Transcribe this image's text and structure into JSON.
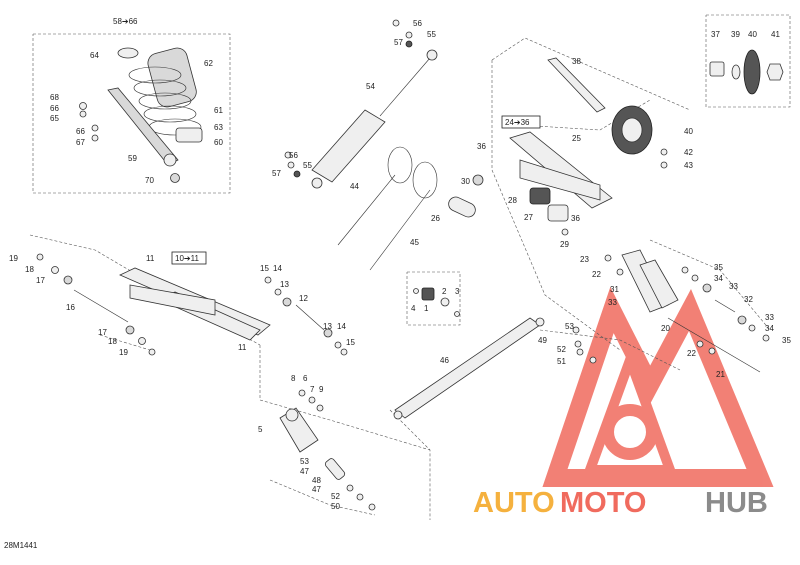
{
  "diagram_code": "28M1441",
  "kits": {
    "shock_kit": "58➔66",
    "upper_arm_kit": "10➔11",
    "rear_arm_kit": "24➔36"
  },
  "watermark": {
    "part1": "AUTO",
    "part2": "MOTO",
    "part3": "HUB",
    "color_primary": "#f06b5e",
    "color_accent": "#f5b13e",
    "color_dark": "#8b8b8b"
  },
  "labels": [
    {
      "id": "l58",
      "text": "58➔66"
    },
    {
      "id": "l64",
      "text": "64"
    },
    {
      "id": "l62",
      "text": "62"
    },
    {
      "id": "l68",
      "text": "68"
    },
    {
      "id": "l66a",
      "text": "66"
    },
    {
      "id": "l65",
      "text": "65"
    },
    {
      "id": "l61",
      "text": "61"
    },
    {
      "id": "l63",
      "text": "63"
    },
    {
      "id": "l66b",
      "text": "66"
    },
    {
      "id": "l67",
      "text": "67"
    },
    {
      "id": "l60",
      "text": "60"
    },
    {
      "id": "l59",
      "text": "59"
    },
    {
      "id": "l70",
      "text": "70"
    },
    {
      "id": "l56a",
      "text": "56"
    },
    {
      "id": "l55a",
      "text": "55"
    },
    {
      "id": "l57a",
      "text": "57"
    },
    {
      "id": "l54",
      "text": "54"
    },
    {
      "id": "l56b",
      "text": "56"
    },
    {
      "id": "l55b",
      "text": "55"
    },
    {
      "id": "l57b",
      "text": "57"
    },
    {
      "id": "l44",
      "text": "44"
    },
    {
      "id": "l26",
      "text": "26"
    },
    {
      "id": "l45",
      "text": "45"
    },
    {
      "id": "l37",
      "text": "37"
    },
    {
      "id": "l39",
      "text": "39"
    },
    {
      "id": "l40a",
      "text": "40"
    },
    {
      "id": "l41",
      "text": "41"
    },
    {
      "id": "l38",
      "text": "38"
    },
    {
      "id": "l40b",
      "text": "40"
    },
    {
      "id": "l42",
      "text": "42"
    },
    {
      "id": "l43",
      "text": "43"
    },
    {
      "id": "l24",
      "text": "24➔36"
    },
    {
      "id": "l25",
      "text": "25"
    },
    {
      "id": "l36a",
      "text": "36"
    },
    {
      "id": "l30",
      "text": "30"
    },
    {
      "id": "l28",
      "text": "28"
    },
    {
      "id": "l27",
      "text": "27"
    },
    {
      "id": "l36b",
      "text": "36"
    },
    {
      "id": "l29",
      "text": "29"
    },
    {
      "id": "l19a",
      "text": "19"
    },
    {
      "id": "l18a",
      "text": "18"
    },
    {
      "id": "l17a",
      "text": "17"
    },
    {
      "id": "l16",
      "text": "16"
    },
    {
      "id": "l17b",
      "text": "17"
    },
    {
      "id": "l18b",
      "text": "18"
    },
    {
      "id": "l19b",
      "text": "19"
    },
    {
      "id": "l11a",
      "text": "11"
    },
    {
      "id": "l10",
      "text": "10➔11"
    },
    {
      "id": "l15a",
      "text": "15"
    },
    {
      "id": "l14a",
      "text": "14"
    },
    {
      "id": "l13a",
      "text": "13"
    },
    {
      "id": "l12",
      "text": "12"
    },
    {
      "id": "l13b",
      "text": "13"
    },
    {
      "id": "l14b",
      "text": "14"
    },
    {
      "id": "l15b",
      "text": "15"
    },
    {
      "id": "l11b",
      "text": "11"
    },
    {
      "id": "l4",
      "text": "4"
    },
    {
      "id": "l1",
      "text": "1"
    },
    {
      "id": "l2",
      "text": "2"
    },
    {
      "id": "l3",
      "text": "3"
    },
    {
      "id": "l8",
      "text": "8"
    },
    {
      "id": "l6",
      "text": "6"
    },
    {
      "id": "l7",
      "text": "7"
    },
    {
      "id": "l9",
      "text": "9"
    },
    {
      "id": "l5",
      "text": "5"
    },
    {
      "id": "l53a",
      "text": "53"
    },
    {
      "id": "l47a",
      "text": "47"
    },
    {
      "id": "l48",
      "text": "48"
    },
    {
      "id": "l47b",
      "text": "47"
    },
    {
      "id": "l52a",
      "text": "52"
    },
    {
      "id": "l50",
      "text": "50"
    },
    {
      "id": "l46",
      "text": "46"
    },
    {
      "id": "l53b",
      "text": "53"
    },
    {
      "id": "l49",
      "text": "49"
    },
    {
      "id": "l52b",
      "text": "52"
    },
    {
      "id": "l51",
      "text": "51"
    },
    {
      "id": "l23",
      "text": "23"
    },
    {
      "id": "l22a",
      "text": "22"
    },
    {
      "id": "l31",
      "text": "31"
    },
    {
      "id": "l33a",
      "text": "33"
    },
    {
      "id": "l35a",
      "text": "35"
    },
    {
      "id": "l34a",
      "text": "34"
    },
    {
      "id": "l33b",
      "text": "33"
    },
    {
      "id": "l32",
      "text": "32"
    },
    {
      "id": "l33c",
      "text": "33"
    },
    {
      "id": "l34b",
      "text": "34"
    },
    {
      "id": "l35b",
      "text": "35"
    },
    {
      "id": "l20",
      "text": "20"
    },
    {
      "id": "l22b",
      "text": "22"
    },
    {
      "id": "l21",
      "text": "21"
    }
  ]
}
